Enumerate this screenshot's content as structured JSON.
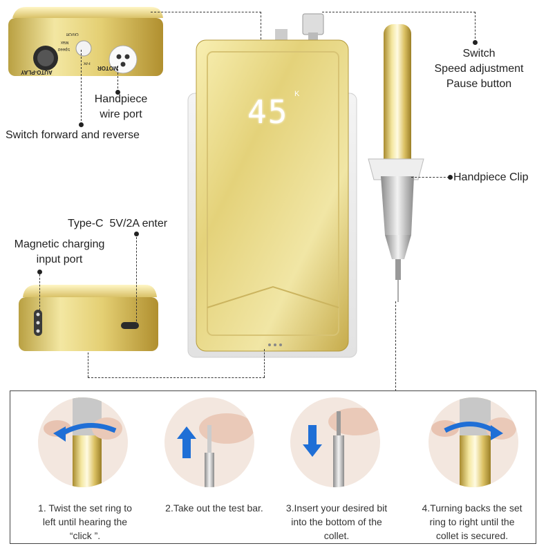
{
  "callouts": {
    "switch": [
      "Switch",
      "Speed adjustment",
      "Pause button"
    ],
    "handpiece_wire_port": [
      "Handpiece",
      "wire port"
    ],
    "switch_forward_reverse": "Switch forward and reverse",
    "handpiece_clip": "Handpiece Clip",
    "type_c": "Type-C  5V/2A enter",
    "magnetic_charging": [
      "Magnetic charging",
      "input port"
    ]
  },
  "device_labels": {
    "motor": "MOTOR",
    "auto_play": "AUTO-PLAY",
    "speed": "Speed",
    "max": "Max",
    "on_off": "On/Off",
    "fr": "F/R"
  },
  "display_value": "45",
  "display_unit": "K",
  "steps": [
    {
      "text": [
        "1. Twist the set ring to",
        "left until hearing the",
        "“click ”."
      ]
    },
    {
      "text": [
        "2.Take out the test bar."
      ]
    },
    {
      "text": [
        "3.Insert your desired bit",
        "into the bottom of the",
        "collet."
      ]
    },
    {
      "text": [
        "4.Turning backs the set",
        "ring to right until the",
        "collet is secured."
      ]
    }
  ],
  "colors": {
    "gold": "#e8d477",
    "arrow_blue": "#1f6fd6"
  }
}
